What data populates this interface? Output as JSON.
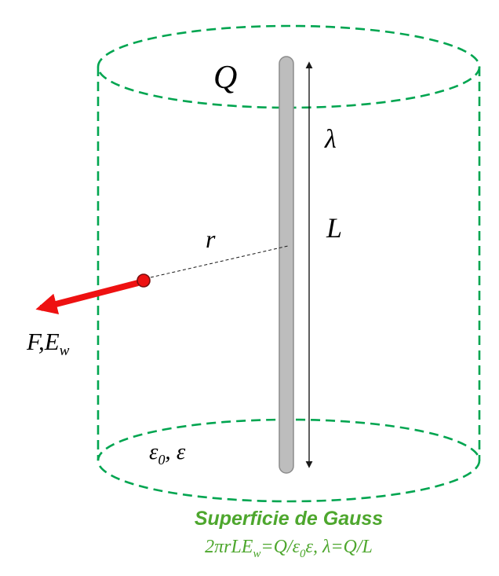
{
  "figure": {
    "labels": {
      "charge": "Q",
      "lambda": "λ",
      "length": "L",
      "radius": "r",
      "force_base": "F,E",
      "force_sub": "w",
      "permittivity_base": "ε",
      "permittivity_sub": "0",
      "permittivity_rest": ", ε"
    },
    "caption": {
      "title": "Superficie de Gauss",
      "formula": {
        "p1": "2πrLE",
        "p2": "w",
        "p3": "=Q/ε",
        "p4": "0",
        "p5": "ε, λ=Q/L"
      }
    },
    "colors": {
      "gauss_green": "#00A550",
      "caption_green": "#4EA72E",
      "arrow_red": "#EE1111",
      "rod_gray": "#BDBDBD"
    }
  }
}
